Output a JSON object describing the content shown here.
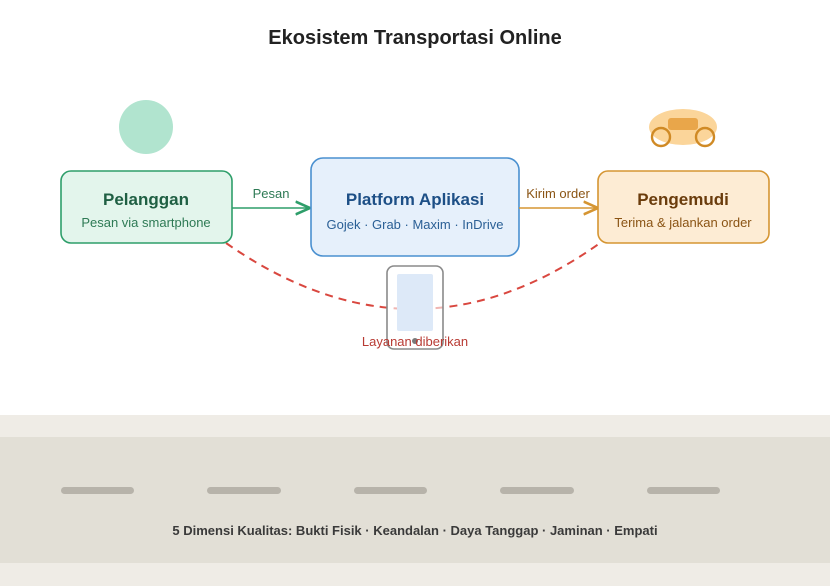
{
  "title": "Ekosistem Transportasi Online",
  "colors": {
    "customer_fill": "#e3f5ec",
    "customer_stroke": "#2e9e6a",
    "customer_text": "#1f5f43",
    "platform_fill": "#e6f0fb",
    "platform_stroke": "#4a90d0",
    "platform_text": "#1d4f86",
    "driver_fill": "#fdecd4",
    "driver_stroke": "#d59532",
    "driver_text": "#6a3c0c",
    "service_line": "#d9473f",
    "road": "#e2dfd6",
    "road_edge": "#efece6",
    "lane_mark": "#b7b3aa"
  },
  "nodes": {
    "customer": {
      "title": "Pelanggan",
      "subtitle": "Pesan via smartphone",
      "icon": "person-icon"
    },
    "platform": {
      "title": "Platform Aplikasi",
      "subtitle": "Gojek · Grab · Maxim · InDrive"
    },
    "driver": {
      "title": "Pengemudi",
      "subtitle": "Terima & jalankan order",
      "icon": "scooter-icon"
    }
  },
  "edges": {
    "order": "Pesan",
    "dispatch": "Kirim order",
    "service": "Layanan diberikan"
  },
  "phone": {
    "icon": "smartphone-icon"
  },
  "footer": {
    "text": "5 Dimensi Kualitas: Bukti Fisik · Keandalan · Daya Tanggap · Jaminan · Empati"
  }
}
